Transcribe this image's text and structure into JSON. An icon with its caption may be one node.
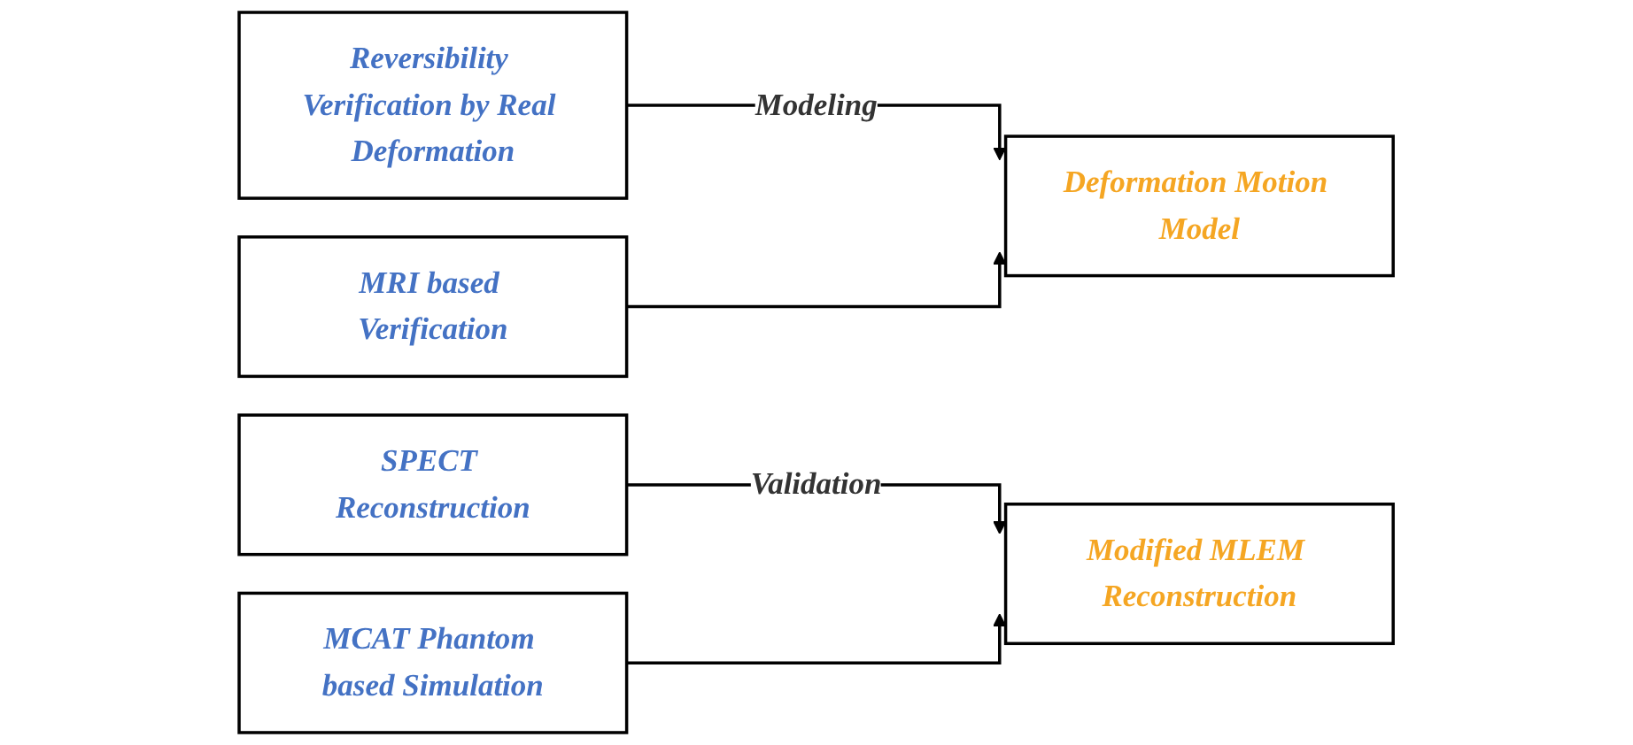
{
  "diagram": {
    "nodes": [
      {
        "text": [
          "Reversibility Verification by Real Deformation"
        ]
      },
      {
        "text": [
          "MRI based Verification"
        ]
      },
      {
        "text": [
          "SPECT Reconstruction"
        ]
      },
      {
        "text": [
          "MCAT Phantom based Simulation"
        ]
      },
      {
        "text": [
          "Deformation Motion Model"
        ]
      },
      {
        "text": [
          "Modified MLEM Reconstruction"
        ]
      }
    ],
    "edges": [
      {
        "from": 0,
        "to": 4,
        "arrow": "to",
        "label": "Modeling"
      },
      {
        "from": 1,
        "to": 4,
        "arrow": "to"
      },
      {
        "from": 2,
        "to": 5,
        "arrow": "to",
        "label": "Validation"
      },
      {
        "from": 3,
        "to": 5,
        "arrow": "to"
      }
    ]
  }
}
